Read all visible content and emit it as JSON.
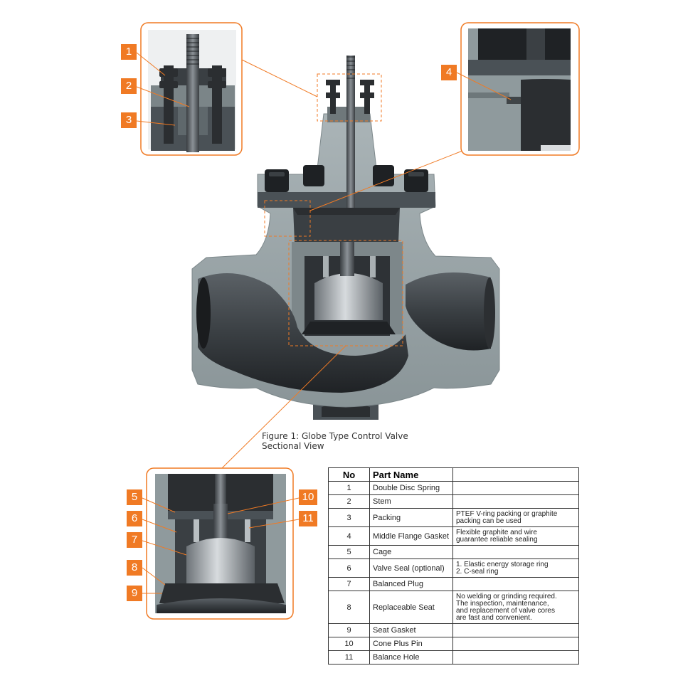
{
  "caption": "Figure 1: Globe Type Control Valve Sectional View",
  "callouts": {
    "c1": "1",
    "c2": "2",
    "c3": "3",
    "c4": "4",
    "c5": "5",
    "c6": "6",
    "c7": "7",
    "c8": "8",
    "c9": "9",
    "c10": "10",
    "c11": "11"
  },
  "colors": {
    "accent": "#f07a24",
    "body": "#4a5156",
    "section": "#9aa5a8",
    "dark": "#2b2e31"
  },
  "table": {
    "headers": [
      "No",
      "Part Name",
      ""
    ],
    "rows": [
      {
        "no": "1",
        "name": "Double Disc Spring",
        "note": ""
      },
      {
        "no": "2",
        "name": "Stem",
        "note": ""
      },
      {
        "no": "3",
        "name": "Packing",
        "note": "PTEF V-ring packing or graphite\npacking can be used"
      },
      {
        "no": "4",
        "name": "Middle Flange Gasket",
        "note": "Flexible graphite and wire\nguarantee reliable sealing"
      },
      {
        "no": "5",
        "name": "Cage",
        "note": ""
      },
      {
        "no": "6",
        "name": "Valve Seal (optional)",
        "note": "1. Elastic energy storage ring\n2. C-seal ring"
      },
      {
        "no": "7",
        "name": "Balanced Plug",
        "note": ""
      },
      {
        "no": "8",
        "name": "Replaceable Seat",
        "note": "No welding or grinding required.\nThe inspection, maintenance,\nand replacement of valve cores\nare fast and convenient."
      },
      {
        "no": "9",
        "name": "Seat Gasket",
        "note": ""
      },
      {
        "no": "10",
        "name": "Cone Plus Pin",
        "note": ""
      },
      {
        "no": "11",
        "name": "Balance Hole",
        "note": ""
      }
    ]
  }
}
